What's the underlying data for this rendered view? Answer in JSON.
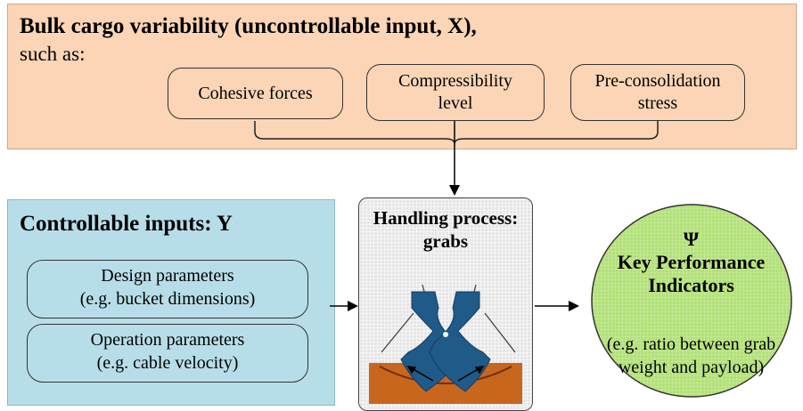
{
  "cargo": {
    "title": "Bulk cargo variability (uncontrollable input, X),",
    "subtitle": "such as:",
    "items": [
      {
        "line1": "Cohesive forces",
        "line2": ""
      },
      {
        "line1": "Compressibility",
        "line2": "level"
      },
      {
        "line1": "Pre-consolidation",
        "line2": "stress"
      }
    ]
  },
  "controllable": {
    "title": "Controllable inputs: Y",
    "items": [
      {
        "line1": "Design parameters",
        "line2": "(e.g. bucket dimensions)"
      },
      {
        "line1": "Operation parameters",
        "line2": "(e.g. cable velocity)"
      }
    ]
  },
  "process": {
    "title_line1": "Handling process:",
    "title_line2": "grabs"
  },
  "kpi": {
    "symbol": "Ψ",
    "title_line1": "Key Performance",
    "title_line2": "Indicators",
    "desc_line1": "(e.g. ratio between grab",
    "desc_line2": "weight and payload)"
  },
  "colors": {
    "cargo_panel": "#fbd5b5",
    "controllable_panel": "#b7dee8",
    "kpi_ellipse": "#b3e07a",
    "grab_blue": "#1f5a89",
    "soil": "#c8661e"
  }
}
